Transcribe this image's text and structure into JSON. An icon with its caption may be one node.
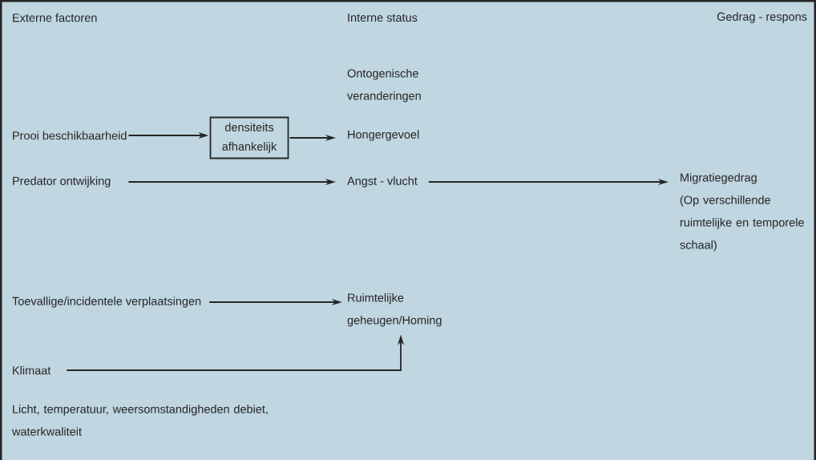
{
  "diagram": {
    "nodes": [
      {
        "text": [
          "Prooi beschikbaarheid"
        ]
      },
      {
        "text": [
          "densiteits afhankelijk"
        ]
      },
      {
        "text": [
          "Hongergevoel"
        ]
      },
      {
        "text": [
          "Predator ontwijking"
        ]
      },
      {
        "text": [
          "Angst - vlucht"
        ]
      },
      {
        "text": [
          "Migratiegedrag",
          "(Op verschillende ruimtelijke en temporele schaal)"
        ]
      },
      {
        "text": [
          "Toevallige/incidentele verplaatsingen"
        ]
      },
      {
        "text": [
          "Ruimtelijke geheugen/Homing"
        ]
      },
      {
        "text": [
          "Klimaat"
        ]
      }
    ],
    "edges": [
      {
        "from": 0,
        "to": 1,
        "arrow": "to"
      },
      {
        "from": 1,
        "to": 2,
        "arrow": "to"
      },
      {
        "from": 3,
        "to": 4,
        "arrow": "to"
      },
      {
        "from": 4,
        "to": 5,
        "arrow": "to"
      },
      {
        "from": 6,
        "to": 7,
        "arrow": "to"
      },
      {
        "from": 8,
        "to": 7,
        "arrow": "to"
      }
    ],
    "labels": [
      "Externe factoren",
      "Interne status",
      "Gedrag - respons",
      "Ontogenische veranderingen",
      "Licht, temperatuur, weersomstandigheden debiet, waterkwaliteit"
    ]
  }
}
